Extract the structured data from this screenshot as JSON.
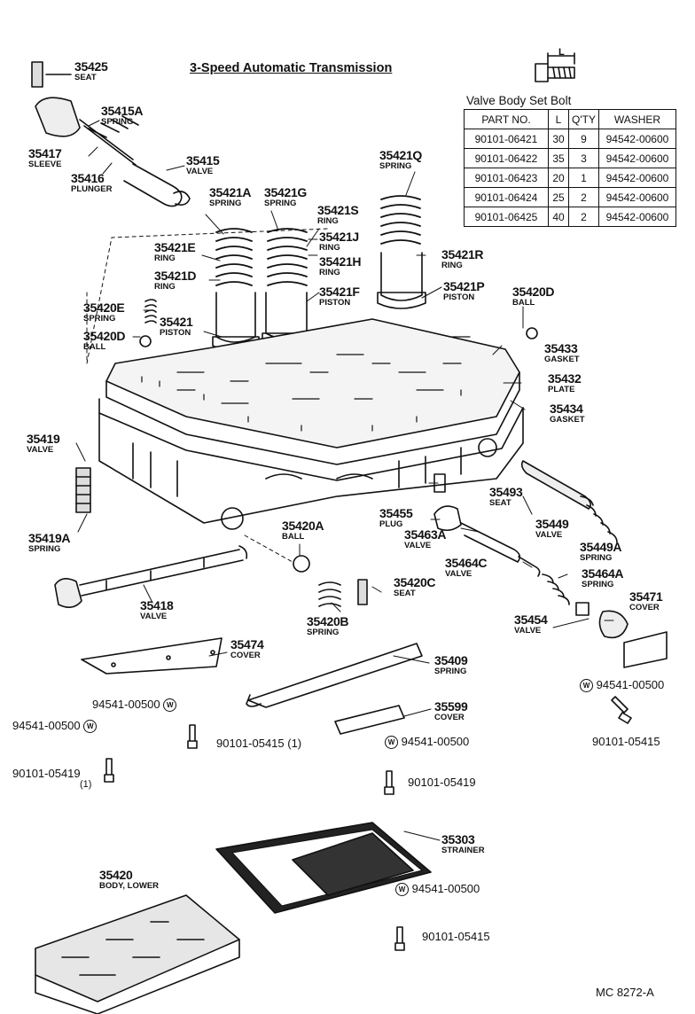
{
  "title": "3-Speed Automatic Transmission",
  "drawing_code": "MC 8272-A",
  "bolt_table": {
    "title": "Valve Body Set Bolt",
    "dim_label": "L",
    "headers": [
      "PART NO.",
      "L",
      "Q'TY",
      "WASHER"
    ],
    "rows": [
      [
        "90101-06421",
        "30",
        "9",
        "94542-00600"
      ],
      [
        "90101-06422",
        "35",
        "3",
        "94542-00600"
      ],
      [
        "90101-06423",
        "20",
        "1",
        "94542-00600"
      ],
      [
        "90101-06424",
        "25",
        "2",
        "94542-00600"
      ],
      [
        "90101-06425",
        "40",
        "2",
        "94542-00600"
      ]
    ]
  },
  "washer_symbol": "W",
  "parts": [
    {
      "num": "35425",
      "name": "SEAT"
    },
    {
      "num": "35415A",
      "name": "SPRING"
    },
    {
      "num": "35417",
      "name": "SLEEVE"
    },
    {
      "num": "35416",
      "name": "PLUNGER"
    },
    {
      "num": "35415",
      "name": "VALVE"
    },
    {
      "num": "35421Q",
      "name": "SPRING"
    },
    {
      "num": "35421A",
      "name": "SPRING"
    },
    {
      "num": "35421G",
      "name": "SPRING"
    },
    {
      "num": "35421S",
      "name": "RING"
    },
    {
      "num": "35421J",
      "name": "RING"
    },
    {
      "num": "35421H",
      "name": "RING"
    },
    {
      "num": "35421E",
      "name": "RING"
    },
    {
      "num": "35421D",
      "name": "RING"
    },
    {
      "num": "35421R",
      "name": "RING"
    },
    {
      "num": "35421F",
      "name": "PISTON"
    },
    {
      "num": "35421P",
      "name": "PISTON"
    },
    {
      "num": "35420D",
      "name": "BALL"
    },
    {
      "num": "35420E",
      "name": "SPRING"
    },
    {
      "num": "35421",
      "name": "PISTON"
    },
    {
      "num": "35420D",
      "name": "BALL"
    },
    {
      "num": "35433",
      "name": "GASKET"
    },
    {
      "num": "35432",
      "name": "PLATE"
    },
    {
      "num": "35434",
      "name": "GASKET"
    },
    {
      "num": "35419",
      "name": "VALVE"
    },
    {
      "num": "35493",
      "name": "SEAT"
    },
    {
      "num": "35455",
      "name": "PLUG"
    },
    {
      "num": "35449",
      "name": "VALVE"
    },
    {
      "num": "35463A",
      "name": "VALVE"
    },
    {
      "num": "35449A",
      "name": "SPRING"
    },
    {
      "num": "35419A",
      "name": "SPRING"
    },
    {
      "num": "35420A",
      "name": "BALL"
    },
    {
      "num": "35464C",
      "name": "VALVE"
    },
    {
      "num": "35464A",
      "name": "SPRING"
    },
    {
      "num": "35420C",
      "name": "SEAT"
    },
    {
      "num": "35471",
      "name": "COVER"
    },
    {
      "num": "35418",
      "name": "VALVE"
    },
    {
      "num": "35420B",
      "name": "SPRING"
    },
    {
      "num": "35454",
      "name": "VALVE"
    },
    {
      "num": "35474",
      "name": "COVER"
    },
    {
      "num": "35409",
      "name": "SPRING"
    },
    {
      "num": "35599",
      "name": "COVER"
    },
    {
      "num": "35303",
      "name": "STRAINER"
    },
    {
      "num": "35420",
      "name": "BODY, LOWER"
    }
  ],
  "fasteners": [
    {
      "text": "94541-00500"
    },
    {
      "text": "94541-00500"
    },
    {
      "text": "94541-00500"
    },
    {
      "text": "90101-05415 (1)"
    },
    {
      "text": "94541-00500"
    },
    {
      "text": "90101-05415"
    },
    {
      "text": "90101-05419"
    },
    {
      "text": "(1)"
    },
    {
      "text": "90101-05419"
    },
    {
      "text": "94541-00500"
    },
    {
      "text": "90101-05415"
    }
  ]
}
